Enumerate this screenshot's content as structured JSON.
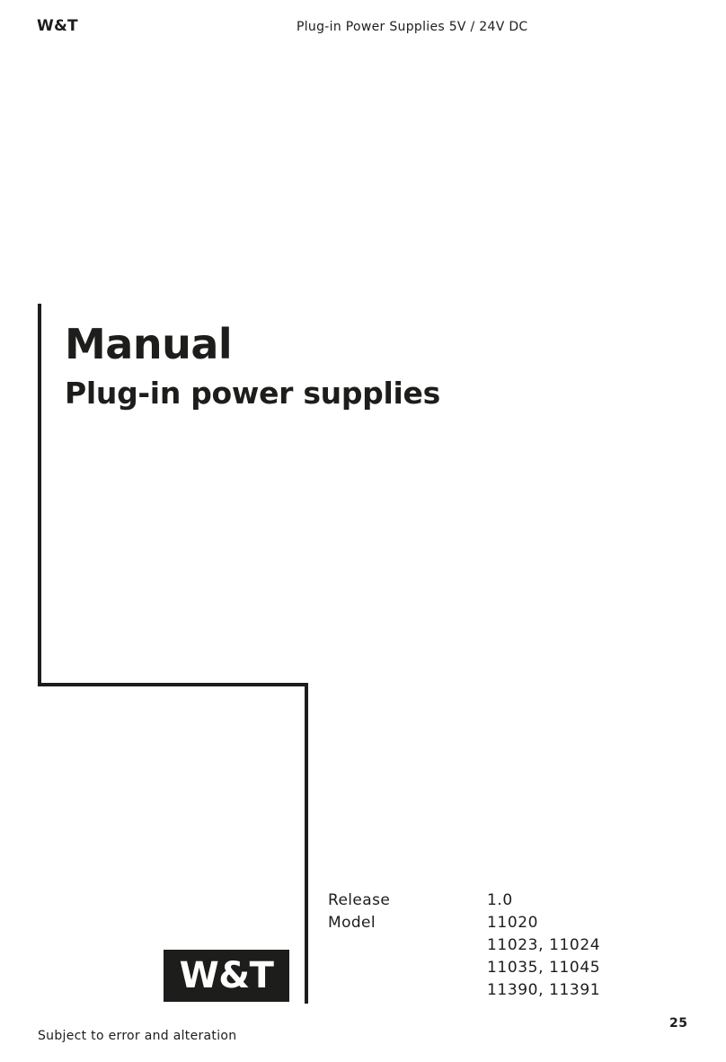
{
  "header": {
    "brand": "W&T",
    "document_title": "Plug-in Power Supplies 5V / 24V DC"
  },
  "cover": {
    "title": "Manual",
    "subtitle": "Plug-in power supplies"
  },
  "info": {
    "release_label": "Release",
    "release_value": "1.0",
    "model_label": "Model",
    "models": [
      "11020",
      "11023, 11024",
      "11035, 11045",
      "11390, 11391"
    ]
  },
  "logo": {
    "text": "W&T"
  },
  "footer": {
    "note": "Subject to error and alteration",
    "page_number": "25"
  },
  "colors": {
    "ink": "#1d1d1b",
    "background": "#ffffff"
  }
}
